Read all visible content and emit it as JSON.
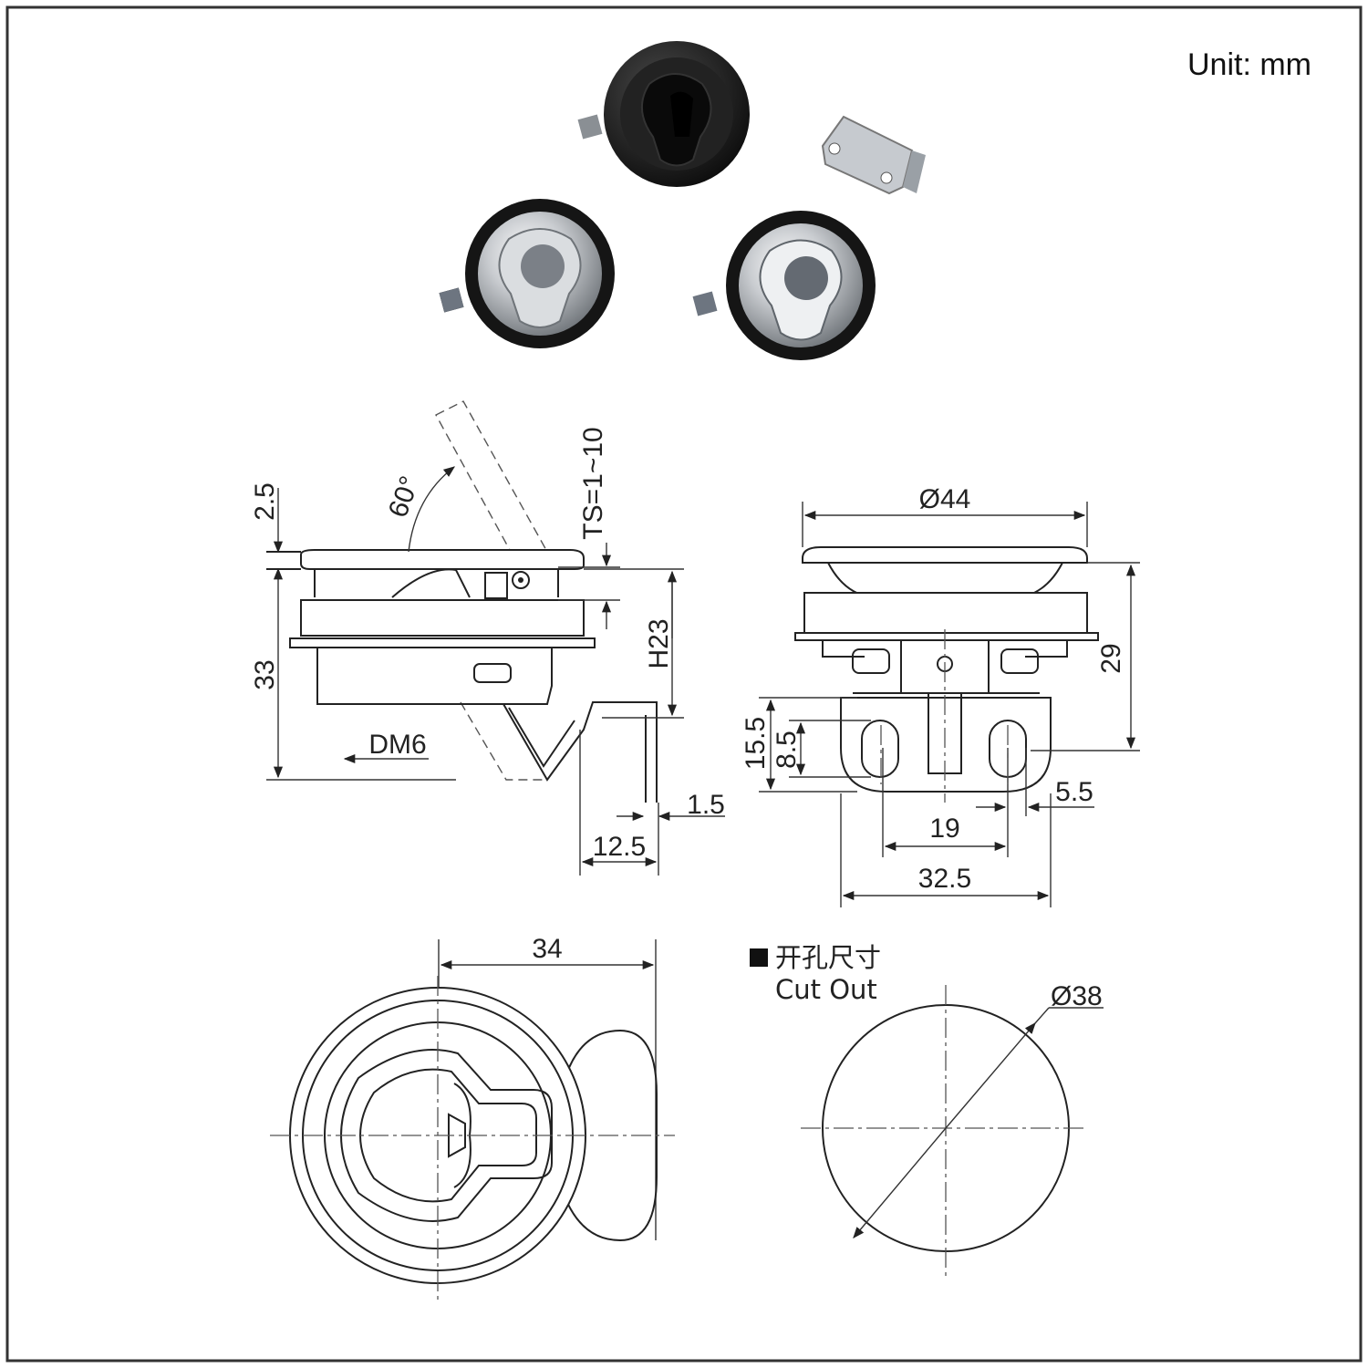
{
  "unit_label": "Unit: mm",
  "dimensions": {
    "top_thickness": "2.5",
    "angle": "60°",
    "panel_thickness": "TS=1~10",
    "height_total": "33",
    "height_h23": "H23",
    "thread": "DM6",
    "bracket_thickness": "1.5",
    "bracket_width": "12.5",
    "diameter_outer": "Ø44",
    "height_29": "29",
    "height_15_5": "15.5",
    "height_8_5": "8.5",
    "slot_pitch": "19",
    "slot_width": "5.5",
    "bracket_length": "32.5",
    "front_width": "34",
    "cutout_diameter": "Ø38"
  },
  "cutout": {
    "title_cn": "开孔尺寸",
    "title_en": "Cut Out"
  },
  "colors": {
    "line": "#222222",
    "black_latch": "#1a1a1a",
    "chrome": "#c9ccd0"
  }
}
